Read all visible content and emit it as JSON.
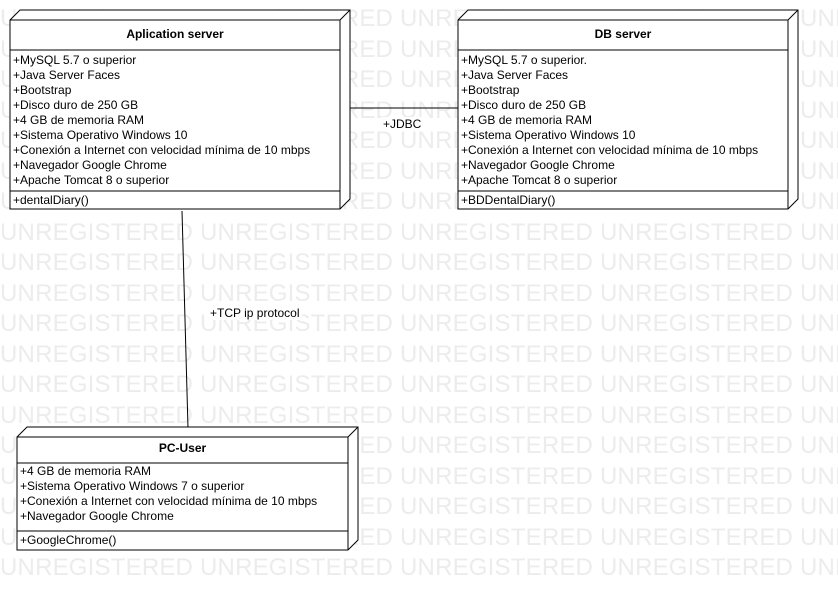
{
  "watermark_text": "UNREGISTERED",
  "nodes": {
    "app_server": {
      "title": "Aplication server",
      "attributes": [
        "+MySQL 5.7 o superior",
        "+Java Server Faces",
        "+Bootstrap",
        "+Disco duro de 250 GB",
        "+4 GB de memoria RAM",
        "+Sistema Operativo Windows 10",
        "+Conexión a Internet con velocidad mínima de 10 mbps",
        "+Navegador Google Chrome",
        "+Apache Tomcat 8 o superior"
      ],
      "operations": [
        "+dentalDiary()"
      ]
    },
    "db_server": {
      "title": "DB server",
      "attributes": [
        "+MySQL 5.7 o superior.",
        "+Java Server Faces",
        "+Bootstrap",
        "+Disco duro de 250 GB",
        "+4 GB de memoria RAM",
        "+Sistema Operativo Windows 10",
        "+Conexión a Internet con velocidad mínima de 10 mbps",
        "+Navegador Google Chrome",
        "+Apache Tomcat 8 o superior"
      ],
      "operations": [
        "+BDDentalDiary()"
      ]
    },
    "pc_user": {
      "title": "PC-User",
      "attributes": [
        "+4 GB de memoria RAM",
        "+Sistema Operativo Windows 7 o superior",
        "+Conexión a Internet con velocidad mínima de 10 mbps",
        "+Navegador Google Chrome"
      ],
      "operations": [
        "+GoogleChrome()"
      ]
    }
  },
  "edges": {
    "jdbc": {
      "label": "+JDBC"
    },
    "tcp": {
      "label": "+TCP ip protocol"
    }
  }
}
